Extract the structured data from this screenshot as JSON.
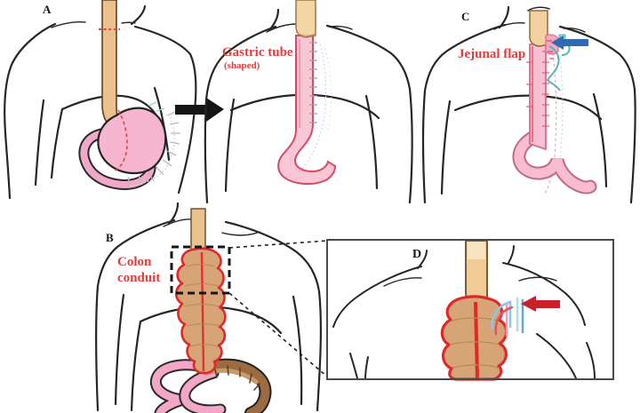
{
  "figure": {
    "panel_letters": {
      "a": "A",
      "b": "B",
      "c": "C",
      "d": "D"
    },
    "labels": {
      "gastric_tube": "Gastric tube",
      "gastric_tube_sub": "(shaped)",
      "jejunal_flap": "Jejunal flap",
      "colon_conduit": "Colon conduit"
    },
    "icons": {
      "transform_arrow": "black-right-arrow",
      "jejunal_flap_arrow": "blue-left-arrow",
      "anastomosis_arrow": "red-left-arrow",
      "zoom_link": "dashed-rectangle-with-connector-lines"
    },
    "colors": {
      "label_red": "#e23c3c",
      "esophagus_tan": "#ecc08c",
      "stomach_pink": "#f6b6d0",
      "gastric_tube_pink": "#f9c6d6",
      "gastric_tube_outline": "#d84862",
      "conduit_tan": "#d6a477",
      "conduit_outline_red": "#e02828",
      "colon_brown": "#9c6b42",
      "bowel_pink": "#f4a6c6",
      "vessel_teal": "#58b4c0",
      "vessel_blue": "#8cc6e6",
      "vessel_pink": "#f2a0b0",
      "arrow_black": "#151515",
      "arrow_blue": "#2d6cb5",
      "arrow_red": "#c9202a",
      "sketch_line": "#262626"
    }
  }
}
